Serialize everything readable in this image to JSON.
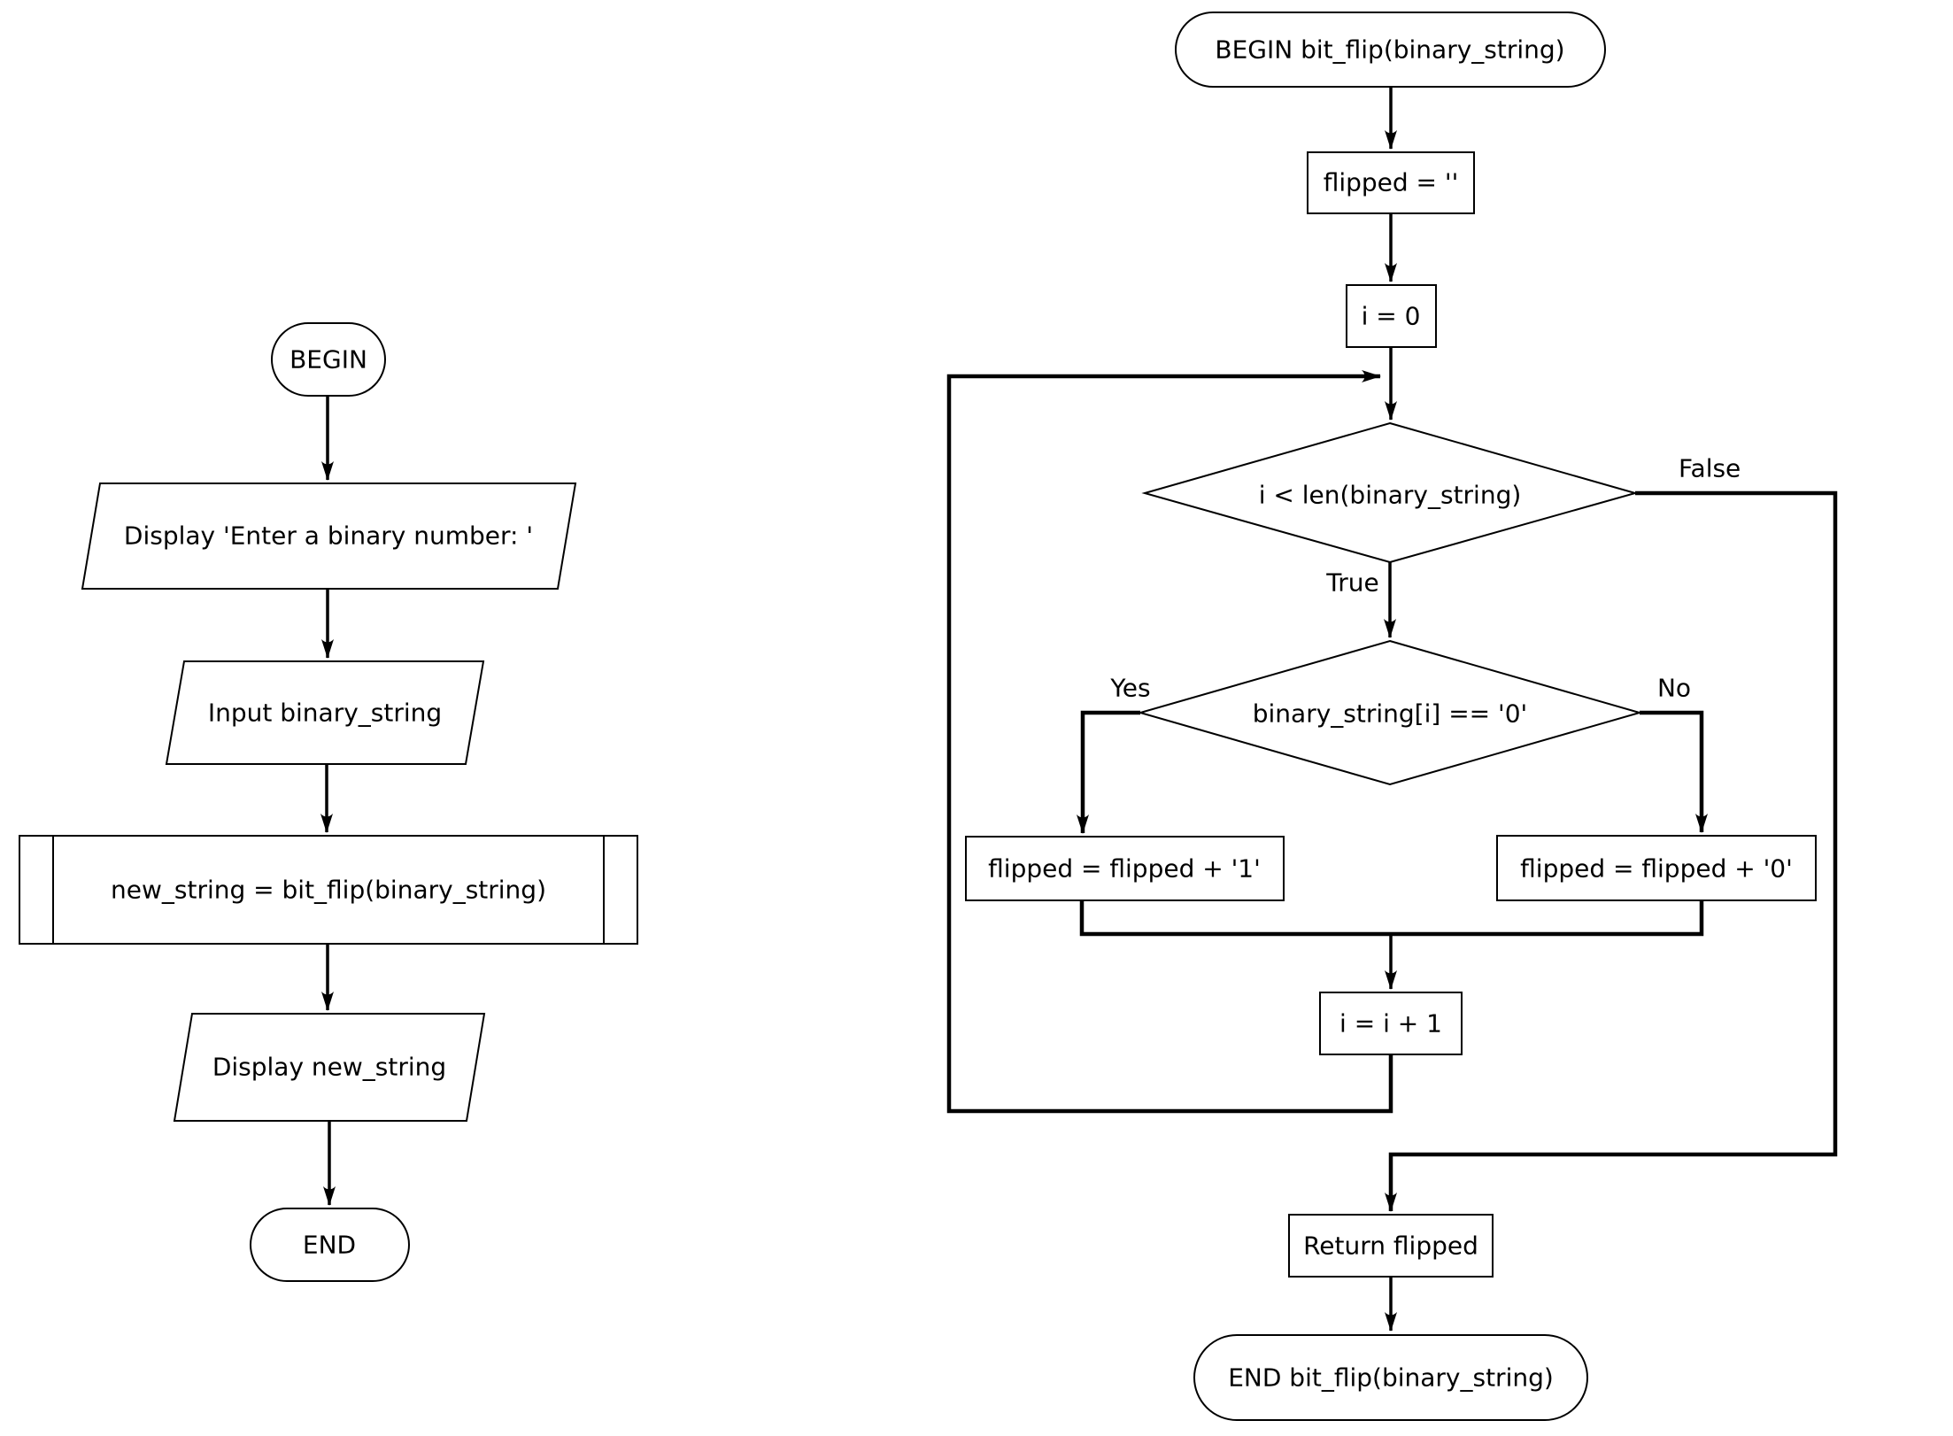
{
  "diagram": {
    "type": "flowchart",
    "background_color": "#ffffff",
    "line_color": "#000000",
    "text_color": "#000000",
    "main_flow": {
      "begin": "BEGIN",
      "display_prompt": "Display 'Enter a binary number: '",
      "input": "Input binary_string",
      "call_function": "new_string = bit_flip(binary_string)",
      "display_result": "Display new_string",
      "end": "END"
    },
    "function_flow": {
      "begin": "BEGIN bit_flip(binary_string)",
      "init_flipped": "flipped = ''",
      "init_i": "i = 0",
      "loop_condition": "i < len(binary_string)",
      "branch_condition": "binary_string[i] == '0'",
      "append_one": "flipped = flipped + '1'",
      "append_zero": "flipped = flipped + '0'",
      "increment": "i = i + 1",
      "return_statement": "Return flipped",
      "end": "END bit_flip(binary_string)"
    },
    "edge_labels": {
      "loop_true": "True",
      "loop_false": "False",
      "branch_yes": "Yes",
      "branch_no": "No"
    }
  }
}
